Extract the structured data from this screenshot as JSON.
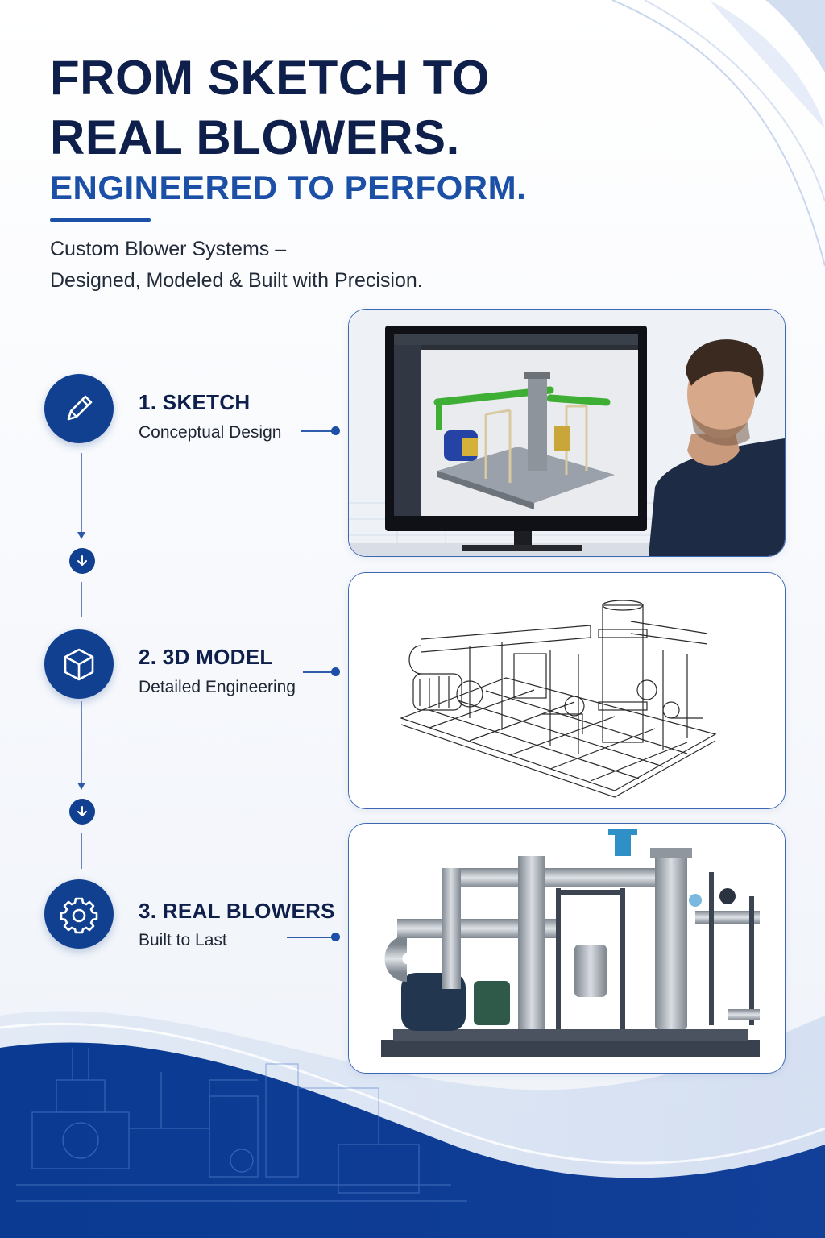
{
  "headline": {
    "line1": "FROM SKETCH TO",
    "line2": "REAL BLOWERS.",
    "line3": "ENGINEERED TO PERFORM."
  },
  "subheading": {
    "line1": "Custom Blower Systems –",
    "line2": "Designed, Modeled & Built with Precision."
  },
  "steps": [
    {
      "title": "1. SKETCH",
      "description": "Conceptual Design",
      "icon": "pencil-icon"
    },
    {
      "title": "2. 3D MODEL",
      "description": "Detailed Engineering",
      "icon": "cube-icon"
    },
    {
      "title": "3. REAL BLOWERS",
      "description": "Built to Last",
      "icon": "gear-icon"
    }
  ],
  "colors": {
    "navy": "#0d1f4a",
    "accent_blue": "#1c4fa6",
    "circle_blue": "#10408f",
    "wave_blue": "#0c3c94"
  }
}
